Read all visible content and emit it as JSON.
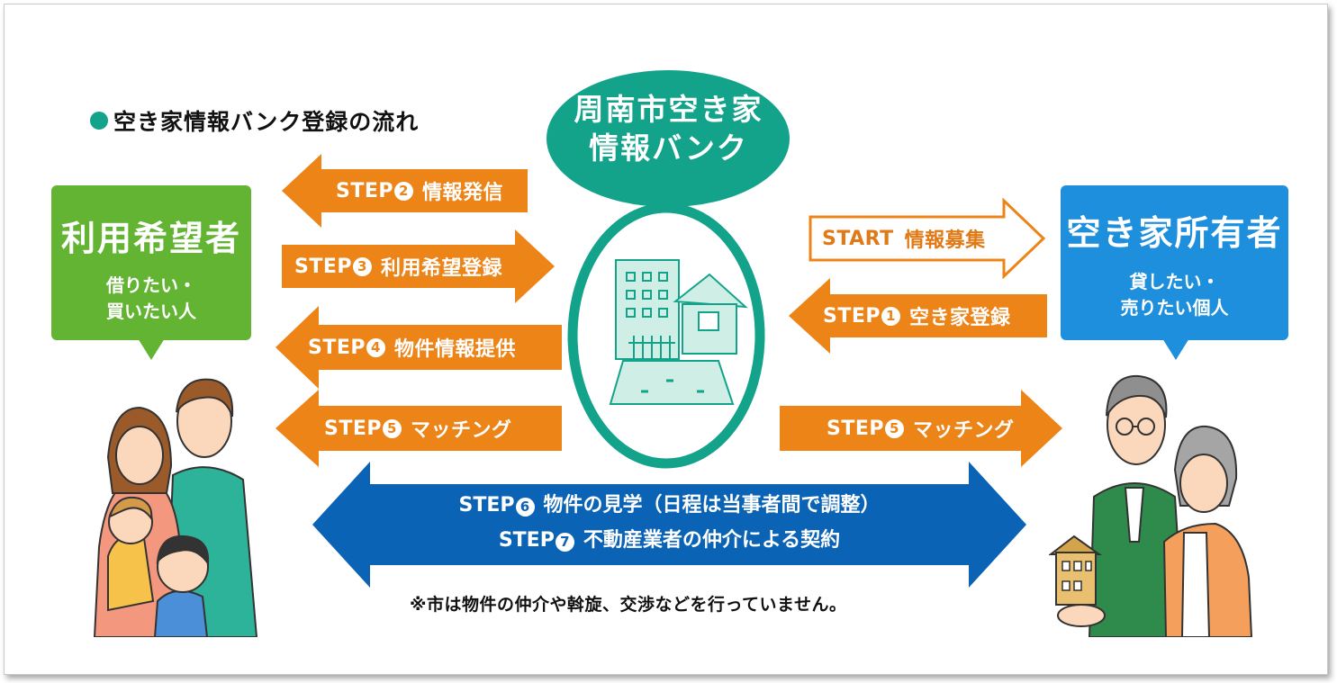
{
  "heading": "空き家情報バンク登録の流れ",
  "center": {
    "line1": "周南市空き家",
    "line2": "情報バンク"
  },
  "user_box": {
    "title": "利用希望者",
    "sub1": "借りたい・",
    "sub2": "買いたい人"
  },
  "owner_box": {
    "title": "空き家所有者",
    "sub1": "貸したい・",
    "sub2": "売りたい個人"
  },
  "steps": {
    "start": {
      "label": "START",
      "text": "情報募集"
    },
    "step1": {
      "label": "STEP",
      "num": "1",
      "text": "空き家登録"
    },
    "step2": {
      "label": "STEP",
      "num": "2",
      "text": "情報発信"
    },
    "step3": {
      "label": "STEP",
      "num": "3",
      "text": "利用希望登録"
    },
    "step4": {
      "label": "STEP",
      "num": "4",
      "text": "物件情報提供"
    },
    "step5_left": {
      "label": "STEP",
      "num": "5",
      "text": "マッチング"
    },
    "step5_right": {
      "label": "STEP",
      "num": "5",
      "text": "マッチング"
    },
    "step6": {
      "label": "STEP",
      "num": "6",
      "text": "物件の見学（日程は当事者間で調整）"
    },
    "step7": {
      "label": "STEP",
      "num": "7",
      "text": "不動産業者の仲介による契約"
    }
  },
  "note": "※市は物件の仲介や斡旋、交渉などを行っていません。",
  "colors": {
    "teal": "#13a38b",
    "green": "#62b432",
    "blue": "#1d8fdc",
    "orange": "#ec8418",
    "navy": "#0b63b5"
  },
  "icons": [
    "building-house-icon",
    "family-illustration",
    "elderly-couple-illustration"
  ]
}
